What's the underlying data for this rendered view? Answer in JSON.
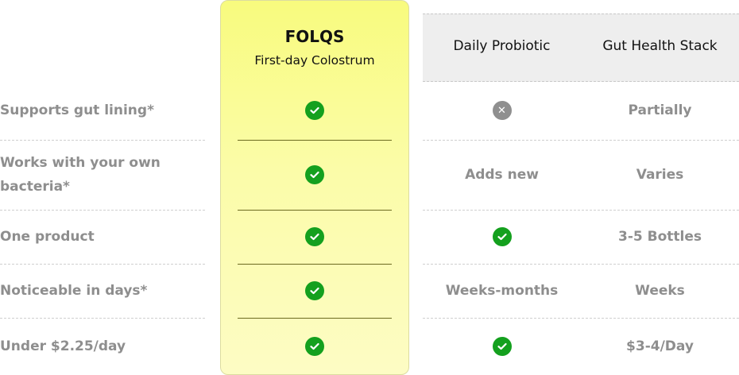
{
  "header": {
    "brand": "FOLQS",
    "brand_sub": "First-day Colostrum",
    "col2": "Daily Probiotic",
    "col3": "Gut Health Stack"
  },
  "rows": [
    {
      "label": "Supports gut lining*",
      "folqs": "check",
      "col2": "cross",
      "col3": "Partially"
    },
    {
      "label": "Works with your own bacteria*",
      "folqs": "check",
      "col2": "Adds new",
      "col3": "Varies"
    },
    {
      "label": "One product",
      "folqs": "check",
      "col2": "check",
      "col3": "3-5 Bottles"
    },
    {
      "label": "Noticeable in days*",
      "folqs": "check",
      "col2": "Weeks-months",
      "col3": "Weeks"
    },
    {
      "label": "Under $2.25/day",
      "folqs": "check",
      "col2": "check",
      "col3": "$3-4/Day"
    }
  ],
  "colors": {
    "check": "#14a01e",
    "cross": "#8f8f8f",
    "highlight": "#f8fb7e"
  }
}
